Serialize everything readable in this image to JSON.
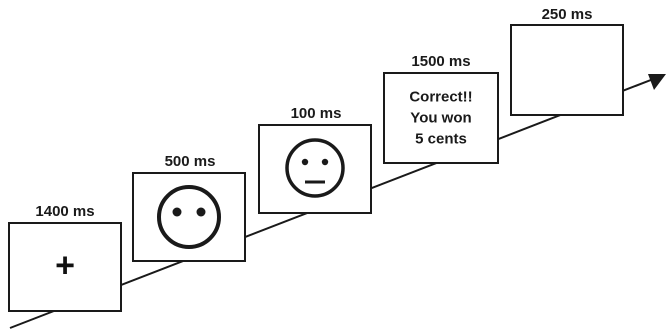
{
  "trial_sequence": [
    {
      "duration": "1400 ms",
      "stimulus": "fixation-cross",
      "symbol": "+"
    },
    {
      "duration": "500 ms",
      "stimulus": "cue-face-neutral-eyes"
    },
    {
      "duration": "100 ms",
      "stimulus": "target-face-neutral-mouth"
    },
    {
      "duration": "1500 ms",
      "stimulus": "feedback-text",
      "lines": [
        "Correct!!",
        "You won",
        "5 cents"
      ]
    },
    {
      "duration": "250 ms",
      "stimulus": "blank-screen"
    }
  ],
  "colors": {
    "stroke": "#1a1a1a",
    "background": "#ffffff"
  }
}
